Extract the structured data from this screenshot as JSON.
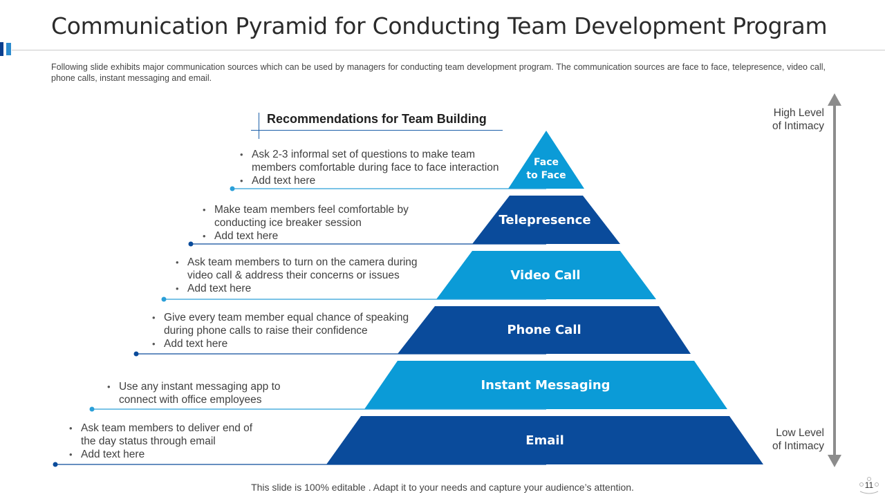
{
  "header": {
    "title": "Communication Pyramid for Conducting Team Development Program",
    "subtitle": "Following slide exhibits major communication sources which can be used by managers for conducting team development  program. The communication sources are face to face, telepresence, video call, phone calls, instant messaging and email."
  },
  "recommendations_heading": "Recommendations for Team Building",
  "tiers": [
    {
      "label": "Face\nto Face",
      "color": "#0b9bd7",
      "bullets": [
        "Ask 2-3 informal set of questions to make team",
        "members comfortable during face to face interaction",
        "Add text here"
      ]
    },
    {
      "label": "Telepresence",
      "color": "#0a4b9b",
      "bullets": [
        "Make team members feel comfortable by",
        "conducting ice breaker session",
        "Add text here"
      ]
    },
    {
      "label": "Video Call",
      "color": "#0b9bd7",
      "bullets": [
        "Ask team members to turn  on the camera during",
        "video call & address their concerns or issues",
        "Add text here"
      ]
    },
    {
      "label": "Phone Call",
      "color": "#0a4b9b",
      "bullets": [
        "Give every team member equal chance of speaking",
        "during phone calls to raise their confidence",
        "Add text here"
      ]
    },
    {
      "label": "Instant Messaging",
      "color": "#0b9bd7",
      "bullets": [
        "Use any instant messaging app to",
        "connect with office employees"
      ]
    },
    {
      "label": "Email",
      "color": "#0a4b9b",
      "bullets": [
        "Ask team members to deliver end of",
        "the day status through email",
        "Add text here"
      ]
    }
  ],
  "intimacy_scale": {
    "high_label": "High Level\nof Intimacy",
    "low_label": "Low Level\nof Intimacy"
  },
  "footer_text": "This slide is 100% editable . Adapt it to your needs and capture your audience’s attention.",
  "page_number": "11"
}
